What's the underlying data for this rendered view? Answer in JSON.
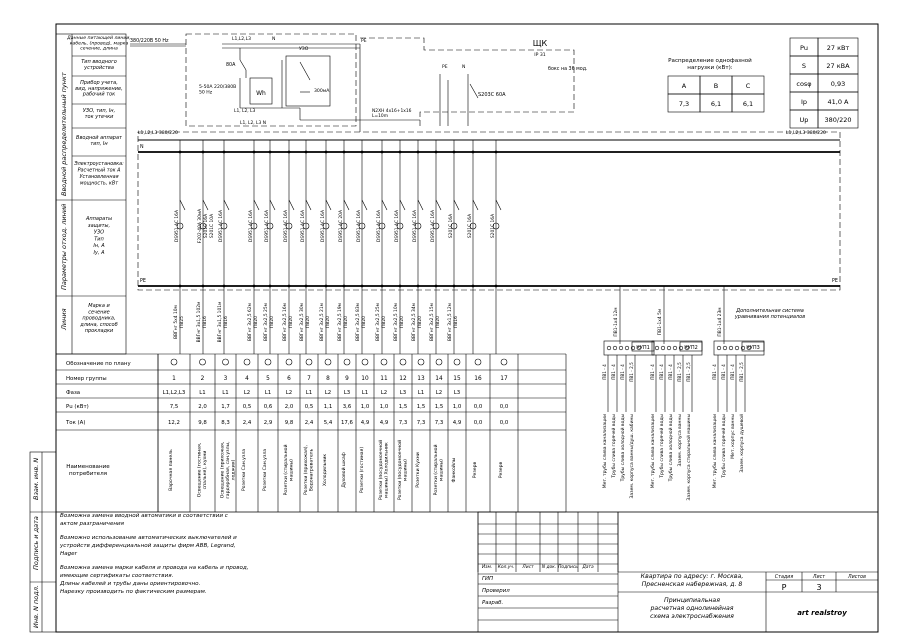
{
  "left_col": {
    "supply": "Данные питающей линии,\nкабель, (провод), марка\nсечение, длина",
    "input_type": "Тип вводного\nустройства",
    "meter": "Прибор учета,\nвид, напряжение,\nрабочий ток",
    "uzo": "УЗО, тип, Iн,\nток утечки",
    "input_apparatus": "Вводной аппарат\nтип, Iн",
    "power": "Электроустановка:\nРасчетный ток А\nУстановленная\nмощность, кВт",
    "protection": "Аппараты\nзащиты,\nУЗО\nТип\nIн, А\nIу, А",
    "line_mark": "Марка и\nсечение\nпроводника,\nдлина, способ\nпрокладки",
    "group_vertical": "Вводной распределительный пункт",
    "params_vertical": "Параметры отход. линий",
    "line_vertical": "Линия"
  },
  "top": {
    "supply_note": "380/220В 50 Hz",
    "bus_labels_top": "L1,L2,L3",
    "n_label": "N",
    "pe_label": "PE",
    "uzo_label": "УЗО",
    "meter_rating": "5-50А 220/380В\n50 Hz",
    "meter_symbol": "Wh",
    "fuse_80": "80А",
    "rcd_300": "300мА",
    "cable_main": "N2XH 4x16+1x16\nL=10m",
    "box_note": "бокс на 36 мод.",
    "shk": "ЩК",
    "ip": "IP 31",
    "s203": "S203С 60А",
    "bus_left": "L1,L2,L3 380/220",
    "bus_right": "L1,L2,L3 380/220"
  },
  "load_table": {
    "title": "Распределение однофазной\nнагрузки (кВт):",
    "headers": [
      "A",
      "B",
      "C"
    ],
    "values": [
      "7,3",
      "6,1",
      "6,1"
    ]
  },
  "summary": {
    "rows": [
      {
        "k": "Рu",
        "v": "27 кВт"
      },
      {
        "k": "S",
        "v": "27 кВА"
      },
      {
        "k": "cosφ",
        "v": "0,93"
      },
      {
        "k": "Ip",
        "v": "41,0 А"
      },
      {
        "k": "Up",
        "v": "380/220"
      }
    ]
  },
  "breakers": [
    "DS951 AC 16A",
    "F202-40A 30мА\nS201C 16A\nS201C 10A",
    "DS951 AC 16A",
    "DS951 AC 16A",
    "DS951 AC 16A",
    "DS951 AC 16A",
    "DS951 AC 16A",
    "DS951 AC 16A",
    "DS951 AC 20A",
    "DS951 AC 16A",
    "DS951 AC 16A",
    "DS951 AC 16A",
    "DS951 AC 16A",
    "DS951 AC 16A",
    "S201C 16A",
    "S201C 16A",
    "S201C 16A"
  ],
  "cables": [
    "ВВГнг 5х4 10м\nПВ25",
    "ВВГнг 3х1,5 102м\nПВ16",
    "ВВГнг 3х1,5 101м\nПВ16",
    "ВВГнг 3х2,5 62м\nПВ20",
    "ВВГнг 3х2,5 25м\nПВ20",
    "ВВГнг 3х2,5 16м\nПВ20",
    "ВВГнг 3х2,5 30м\nПВ20",
    "ВВГнг 3х2,5 21м\nПВ20",
    "ВВГнг 3х2,5 19м\nПВ20",
    "ВВГнг 3х2,5 83м\nПВ20",
    "ВВГнг 3х2,5 25м\nПВ20",
    "ВВГнг 3х2,5 10м\nПВ20",
    "ВВГнг 3х2,5 34м\nПВ20",
    "ВВГнг 3х2,5 15м\nПВ20",
    "ВВГнг 3х1,5 12м\nПВ16"
  ],
  "groups_table": {
    "row_labels": {
      "plan": "Обозначение по плану",
      "group": "Номер группы",
      "phase": "Фаза",
      "pu": "Рu (кВт)",
      "current": "Ток (А)",
      "name": "Наименование\nпотребителя"
    },
    "numbers": [
      "1",
      "2",
      "3",
      "4",
      "5",
      "6",
      "7",
      "8",
      "9",
      "10",
      "11",
      "12",
      "13",
      "14",
      "15",
      "16",
      "17"
    ],
    "phases": [
      "L1,L2,L3",
      "L1",
      "L1",
      "L2",
      "L1",
      "L2",
      "L1",
      "L2",
      "L3",
      "L1",
      "L2",
      "L3",
      "L1",
      "L2",
      "L3",
      "",
      ""
    ],
    "pu": [
      "7,5",
      "2,0",
      "1,7",
      "0,5",
      "0,6",
      "2,0",
      "0,5",
      "1,1",
      "3,6",
      "1,0",
      "1,0",
      "1,5",
      "1,5",
      "1,5",
      "1,0",
      "0,0",
      "0,0"
    ],
    "current": [
      "12,2",
      "9,8",
      "8,3",
      "2,4",
      "2,9",
      "9,8",
      "2,4",
      "5,4",
      "17,6",
      "4,9",
      "4,9",
      "7,3",
      "7,3",
      "7,3",
      "4,9",
      "0,0",
      "0,0"
    ],
    "names": [
      "Варочная панель",
      "Освещение (гостиная,\nспальня), кухни",
      "Освещение (прихожая,\nгардеробная, сан.узлы,\nлоджия)",
      "Розетки Сан.узла",
      "Розетки Сан.узла",
      "Розетки (стиральной\nмашины)",
      "Розетки (прихожая),\nВодонагреватель",
      "Холодильник",
      "Духовой шкаф",
      "Розетки (гостиная)",
      "Розетки (посудомоечной\nмашины) Холодильник",
      "Розетки (посудомоечной\nмашины)",
      "Розетки Кухни",
      "Розетки (стиральной\nмашины)",
      "Фанкойлы",
      "Резерв",
      "Резерв"
    ]
  },
  "equip": {
    "title": "Дополнительная система\nуравнивания потенциалов",
    "boxes": [
      "КУП1",
      "КУП2",
      "КУП3"
    ],
    "wires": [
      "ПВ1-1х4",
      "ПВ1-1х4",
      "ПВ1-1х4"
    ],
    "lens": [
      "12м",
      "5м",
      "23м"
    ],
    "items1": [
      "Мет. трубы слива канализации",
      "Трубы слива горячей воды",
      "Трубы слива холодной воды",
      "Зазем. корпуса ванны/душ. кабины"
    ],
    "items2": [
      "Мет. трубы слива канализации",
      "Трубы слива горячей воды",
      "Трубы слива холодной воды",
      "Зазем. корпуса ванны",
      "Зазем. корпуса стиральной машины"
    ],
    "items3": [
      "Мет. трубы слива канализации",
      "Трубы слива горячей воды",
      "Мет. корпус ванны",
      "Зазем. корпуса душевой"
    ],
    "sizes1": [
      "ПВ1 - 4",
      "ПВ1 - 4",
      "ПВ1 - 4",
      "ПВ1 - 2,5"
    ],
    "sizes2": [
      "ПВ1 - 4",
      "ПВ1 - 4",
      "ПВ1 - 4",
      "ПВ1 - 2,5",
      "ПВ1 - 2,5"
    ],
    "sizes3": [
      "ПВ1 - 4",
      "ПВ1 - 4",
      "ПВ1 - 4",
      "ПВ1 - 2,5"
    ]
  },
  "notes": [
    "Возможна замена вводной автоматики в соответствии с",
    "актом разграничения",
    "Возможно использование автоматических выключателей и",
    "устройств дифференциальной защиты фирм ABB, Legrand,",
    "Hager",
    "Возможна замена марки кабеля и провода на кабель и провод,",
    "имеющие сертификаты соответствия.",
    "Длины кабелей и трубы даны ориентировочно.",
    "Нарезку производить по фактическим размерам."
  ],
  "sidebar": {
    "inv_sub": "Взам. инв. N",
    "sign_date": "Подпись и дата",
    "inv_orig": "Инв. N подл."
  },
  "stamp": {
    "cols": [
      "Изм.",
      "Кол.уч.",
      "Лист",
      "N док.",
      "Подпись",
      "Дата"
    ],
    "gip": "ГИП",
    "checked": "Проверил",
    "developed": "Разраб.",
    "address": "Квартира по адресу: г. Москва,\nПресненская набережная, д. 8",
    "stage_h": "Стадия",
    "sheet_h": "Лист",
    "sheets_h": "Листов",
    "stage": "Р",
    "sheet": "3",
    "sheets": "",
    "title": "Принципиальная\nрасчетная однолинейная\nсхема электроснабжения",
    "logo": "art realstroy"
  }
}
